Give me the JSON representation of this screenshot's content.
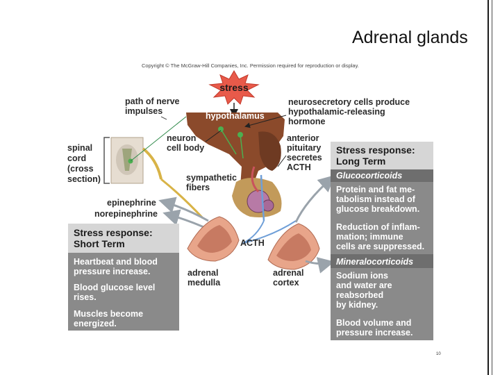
{
  "slide": {
    "title": "Adrenal glands",
    "copyright": "Copyright © The McGraw-Hill Companies, Inc. Permission required for reproduction or display.",
    "page_number": "10"
  },
  "diagram": {
    "stress": "stress",
    "hypothalamus": "hypothalamus",
    "acth": "ACTH",
    "labels": {
      "nerve_path_1": "path of nerve",
      "nerve_path_2": "impulses",
      "spinal_1": "spinal",
      "spinal_2": "cord",
      "spinal_3": "(cross",
      "spinal_4": "section)",
      "neuron_1": "neuron",
      "neuron_2": "cell body",
      "symp_1": "sympathetic",
      "symp_2": "fibers",
      "epinephrine": "epinephrine",
      "norepinephrine": "norepinephrine",
      "neurosec_1": "neurosecretory cells produce",
      "neurosec_2": "hypothalamic-releasing",
      "neurosec_3": "hormone",
      "ant_pit_1": "anterior",
      "ant_pit_2": "pituitary",
      "ant_pit_3": "secretes",
      "ant_pit_4": "ACTH",
      "adrenal_medulla_1": "adrenal",
      "adrenal_medulla_2": "medulla",
      "adrenal_cortex_1": "adrenal",
      "adrenal_cortex_2": "cortex"
    },
    "short_term": {
      "header_1": "Stress response:",
      "header_2": "Short Term",
      "lines": [
        "Heartbeat and blood",
        "pressure increase.",
        "Blood glucose level",
        "rises.",
        "Muscles become",
        "energized."
      ]
    },
    "long_term": {
      "header_1": "Stress response:",
      "header_2": "Long Term",
      "glucocorticoids": "Glucocorticoids",
      "gluco_lines": [
        "Protein and fat me-",
        "tabolism instead of",
        "glucose breakdown.",
        "Reduction of inflam-",
        "mation; immune",
        "cells are suppressed."
      ],
      "mineralocorticoids": "Mineralocorticoids",
      "mineral_lines": [
        "Sodium ions",
        "and water are",
        "reabsorbed",
        "by kidney.",
        "Blood volume and",
        "pressure increase."
      ]
    },
    "colors": {
      "box_header": "#d6d6d6",
      "box_body": "#8a8a8a",
      "box_sub": "#6e6e6e",
      "brain": "#8b4a2b",
      "starburst": "#e85a4a",
      "adrenal": "#e8a58a"
    }
  }
}
